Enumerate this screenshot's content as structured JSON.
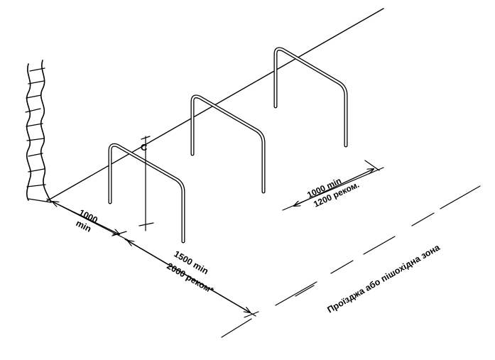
{
  "labels": {
    "clear_height": "C",
    "wall_gap_value": "1000",
    "wall_gap_suffix": "min",
    "rack_gap_min": "1000 min",
    "rack_gap_rec": "1200 реком.",
    "aisle_min": "1500 min",
    "aisle_rec": "2000 реком*",
    "zone_label": "Проїзджа або пішохідна зона"
  },
  "colors": {
    "line": "#000000",
    "background": "#ffffff"
  }
}
